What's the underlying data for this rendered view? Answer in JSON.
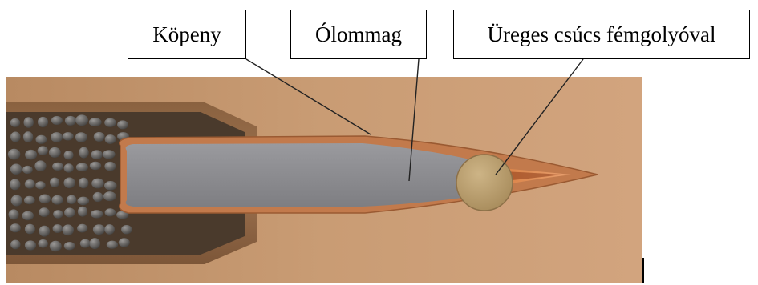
{
  "labels": {
    "kopeny": "Köpeny",
    "olommag": "Ólommag",
    "ureges": "Üreges csúcs fémgolyóval"
  },
  "colors": {
    "background_tan": "#c99c74",
    "case_copper": "#b07a4a",
    "jacket_copper": "#c27a4c",
    "lead_core": "#8e8e92",
    "ball_brass": "#b89c6a",
    "powder_grains": "#5c5a58",
    "leader_line": "#222222"
  }
}
